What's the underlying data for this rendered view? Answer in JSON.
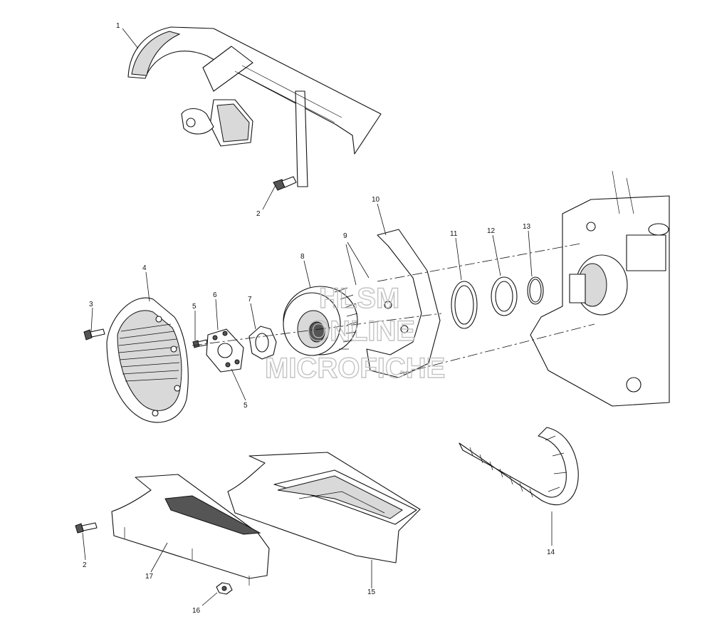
{
  "callouts": {
    "c1": "1",
    "c2a": "2",
    "c2b": "2",
    "c3": "3",
    "c4": "4",
    "c5a": "5",
    "c5b": "5",
    "c6": "6",
    "c7": "7",
    "c8": "8",
    "c9": "9",
    "c10": "10",
    "c11": "11",
    "c12": "12",
    "c13": "13",
    "c14": "14",
    "c15": "15",
    "c16": "16",
    "c17": "17"
  },
  "watermark": {
    "line1": "HLSM",
    "line2": "ONLINE",
    "line3": "MICROFICHE"
  }
}
